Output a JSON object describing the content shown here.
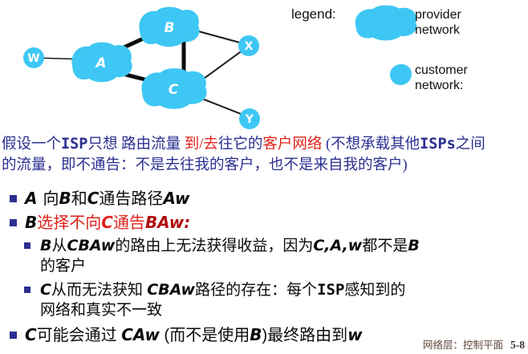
{
  "colors": {
    "node_fill": "#3ec7f4",
    "navy_text": "#2b2f90",
    "red_text": "#e0221a",
    "dark_red_text": "#b01010",
    "body_text": "#0a0a0a",
    "footer_text": "#5a453c"
  },
  "diagram": {
    "node_labels": {
      "w": "W",
      "a": "A",
      "b": "B",
      "c": "C",
      "x": "X",
      "y": "Y"
    },
    "links": [
      {
        "from": "W",
        "to": "A",
        "style": "thin"
      },
      {
        "from": "A",
        "to": "B",
        "style": "thick"
      },
      {
        "from": "A",
        "to": "C",
        "style": "thick"
      },
      {
        "from": "B",
        "to": "C",
        "style": "thick"
      },
      {
        "from": "B",
        "to": "X",
        "style": "thin"
      },
      {
        "from": "C",
        "to": "X",
        "style": "thin"
      },
      {
        "from": "C",
        "to": "Y",
        "style": "thin"
      }
    ]
  },
  "legend": {
    "title": "legend:",
    "provider_label": "provider\nnetwork",
    "customer_label": "customer\nnetwork:"
  },
  "intro": {
    "segments": [
      {
        "t": "假设一个"
      },
      {
        "t": "ISP",
        "s": "code"
      },
      {
        "t": "只想 路由流量 "
      },
      {
        "t": "到/去",
        "s": "red"
      },
      {
        "t": "往它的"
      },
      {
        "t": "客户网络 ",
        "s": "red"
      },
      {
        "t": "(不想承载其他"
      },
      {
        "t": "ISPs",
        "s": "code"
      },
      {
        "t": "之间\n的流量，即不通告：不是去往我的客户，也不是来自我的客户)"
      }
    ]
  },
  "bullets": [
    {
      "level": 1,
      "segments": [
        {
          "t": "A ",
          "s": "latin"
        },
        {
          "t": "向"
        },
        {
          "t": "B",
          "s": "latin"
        },
        {
          "t": "和"
        },
        {
          "t": "C",
          "s": "latin"
        },
        {
          "t": "通告路径"
        },
        {
          "t": "Aw",
          "s": "latin"
        }
      ]
    },
    {
      "level": 1,
      "segments": [
        {
          "t": "B",
          "s": "latin"
        },
        {
          "t": "选择不向",
          "s": "red"
        },
        {
          "t": "C",
          "s": "latin red"
        },
        {
          "t": "通告",
          "s": "red"
        },
        {
          "t": "BAw:",
          "s": "latin darkred"
        }
      ]
    },
    {
      "level": 2,
      "segments": [
        {
          "t": "B",
          "s": "latin"
        },
        {
          "t": "从"
        },
        {
          "t": "CBAw",
          "s": "latin"
        },
        {
          "t": "的路由上无法获得收益，因为"
        },
        {
          "t": "C,A,w",
          "s": "latin"
        },
        {
          "t": "都不是"
        },
        {
          "t": "B",
          "s": "latin"
        },
        {
          "t": "\n的客户"
        }
      ]
    },
    {
      "level": 2,
      "segments": [
        {
          "t": "C",
          "s": "latin"
        },
        {
          "t": "从而无法获知 "
        },
        {
          "t": "CBAw",
          "s": "latin"
        },
        {
          "t": "路径的存在：每个"
        },
        {
          "t": "ISP",
          "s": "code"
        },
        {
          "t": "感知到的"
        },
        {
          "t": "\n网络和真实不一致"
        }
      ]
    },
    {
      "level": 1,
      "segments": [
        {
          "t": "C",
          "s": "latin"
        },
        {
          "t": "可能会通过 "
        },
        {
          "t": "CAw",
          "s": "latin"
        },
        {
          "t": " (而不是使用"
        },
        {
          "t": "B",
          "s": "latin"
        },
        {
          "t": ")最终路由到"
        },
        {
          "t": "w",
          "s": "latin"
        }
      ]
    }
  ],
  "footer": {
    "section": "网络层：控制平面",
    "page": "5-8"
  }
}
